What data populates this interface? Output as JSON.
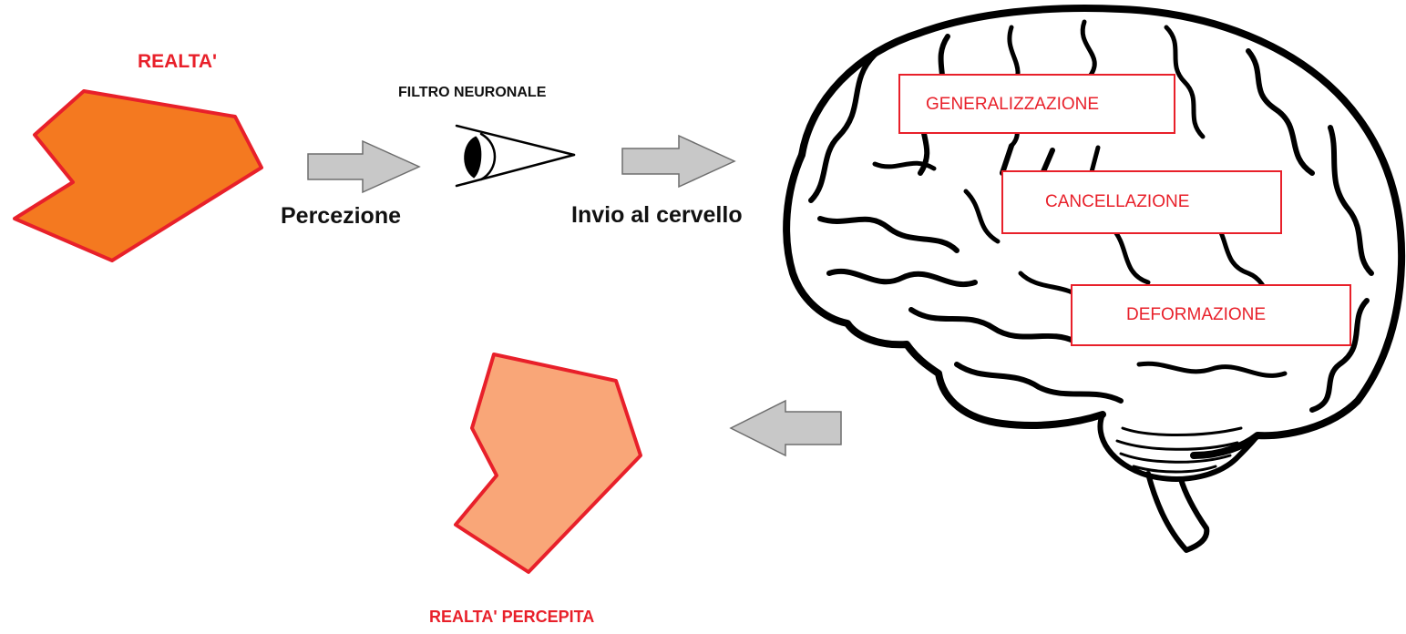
{
  "labels": {
    "reality": "REALTA'",
    "neural_filter": "FILTRO NEURONALE",
    "perception": "Percezione",
    "send_to_brain": "Invio al cervello",
    "perceived_reality": "REALTA' PERCEPITA"
  },
  "brain_processes": [
    "GENERALIZZAZIONE",
    "CANCELLAZIONE",
    "DEFORMAZIONE"
  ],
  "colors": {
    "label_red": "#e8202a",
    "reality_fill": "#f47920",
    "perceived_fill": "#f9a678",
    "shape_outline": "#e8202a",
    "arrow_fill": "#c8c8c8",
    "arrow_stroke": "#6e6e6e",
    "brain_stroke": "#000000"
  },
  "icons": [
    "eye-icon",
    "brain-icon",
    "arrow-right-icon",
    "arrow-left-icon"
  ]
}
